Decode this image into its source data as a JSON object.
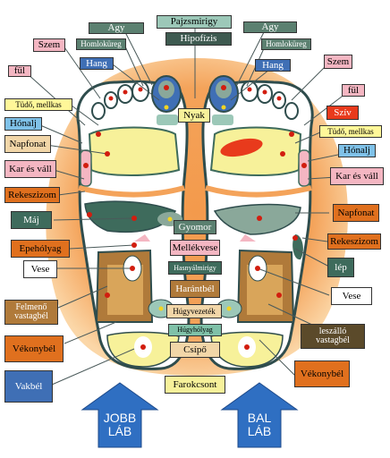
{
  "colors": {
    "halo": "#f4a35a",
    "halo_edge": "#fbd7a8",
    "foot_fill": "#ffffff",
    "zone_yellow": "#f7f19a",
    "zone_brown": "#b07a3a",
    "zone_tan": "#d9a55a",
    "zone_teal": "#9cc8b8",
    "zone_blue": "#3f6fb5",
    "zone_pink": "#f4b6c2",
    "zone_red": "#e83a1c",
    "zone_green_dark": "#3e6b5c",
    "zone_grey_green": "#8aa89a",
    "dot_red": "#d21d0f",
    "dot_yellow": "#f2d422",
    "arrow_blue": "#2f6fc2"
  },
  "labels": {
    "agy_l": "Agy",
    "pajzsmirigy": "Pajzsmirigy",
    "agy_r": "Agy",
    "homlokureg_l": "Homloküreg",
    "hipofizis": "Hipofízis",
    "homlokureg_r": "Homloküreg",
    "szem_l": "Szem",
    "hang_l": "Hang",
    "hang_r": "Hang",
    "szem_r": "Szem",
    "ful_l": "fül",
    "ful_r": "fül",
    "tudo_l": "Tüdő, mellkas",
    "nyak": "Nyak",
    "sziv": "Szív",
    "tudo_r": "Tüdő, mellkas",
    "honalj_l": "Hónalj",
    "honalj_r": "Hónalj",
    "napfonat_l": "Napfonat",
    "karvall_l": "Kar és váll",
    "karvall_r": "Kar és váll",
    "rekeszizom_l": "Rekeszizom",
    "napfonat_r": "Napfonat",
    "maj": "Máj",
    "gyomor": "Gyomor",
    "mellekvese": "Mellékvese",
    "rekeszizom_r": "Rekeszizom",
    "epeholyag": "Epehólyag",
    "hasnyalmirigy": "Hasnyálmirigy",
    "lep": "lép",
    "vese_l": "Vese",
    "harantbel": "Harántbél",
    "vese_r": "Vese",
    "felmeno": "Felmenő vastagbél",
    "hugyvezetek": "Húgyvezeték",
    "leszallo": "leszálló vastagbél",
    "hugyholyag": "Húgyhólyag",
    "vekonybel_l": "Vékonybél",
    "csipo": "Csípő",
    "vekonybel_r": "Vékonybél",
    "vakbel": "Vakbél",
    "farokcsont": "Farokcsont",
    "jobb_line1": "JOBB",
    "jobb_line2": "LÁB",
    "bal_line1": "BAL",
    "bal_line2": "LÁB"
  }
}
